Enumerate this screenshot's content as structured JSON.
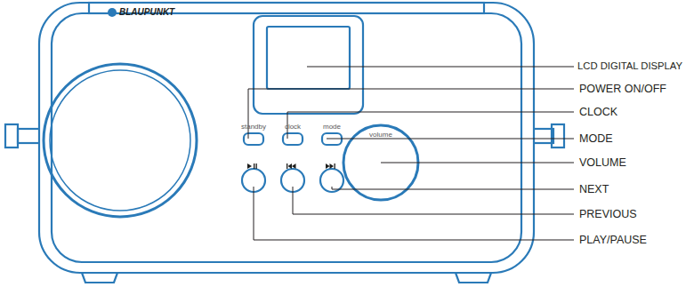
{
  "diagram": {
    "labels": [
      "BLAUPUNKT",
      "standby",
      "clock",
      "mode",
      "volume",
      "LCD DIGITAL DISPLAY",
      "POWER ON/OFF",
      "CLOCK",
      "MODE",
      "VOLUME",
      "NEXT",
      "PREVIOUS",
      "PLAY/PAUSE"
    ]
  }
}
